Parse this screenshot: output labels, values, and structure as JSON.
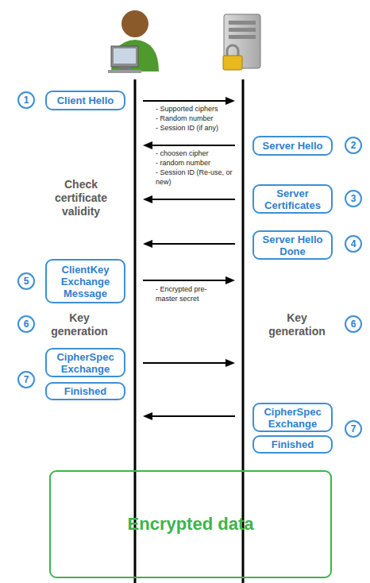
{
  "diagram": {
    "nodes": [
      {
        "text": [
          "Client Hello"
        ]
      },
      {
        "text": [
          "Server Hello"
        ]
      },
      {
        "text": [
          "Server Certificates"
        ]
      },
      {
        "text": [
          "Server Hello Done"
        ]
      },
      {
        "text": [
          "ClientKey Exchange Message"
        ]
      },
      {
        "text": [
          "CipherSpec Exchange"
        ]
      },
      {
        "text": [
          "Finished"
        ]
      },
      {
        "text": [
          "CipherSpec Exchange"
        ]
      },
      {
        "text": [
          "Finished"
        ]
      },
      {
        "text": [
          "Encrypted data"
        ]
      }
    ],
    "labels": [
      "1",
      "- Supported ciphers",
      "- Random number",
      "- Session ID (if any)",
      "2",
      "- choosen cipher",
      "- random number",
      "- Session ID (Re-use, or new)",
      "Check certificate validity",
      "3",
      "4",
      "5",
      "- Encrypted pre-master secret",
      "6",
      "Key generation",
      "Key generation",
      "6",
      "7",
      "7"
    ]
  }
}
